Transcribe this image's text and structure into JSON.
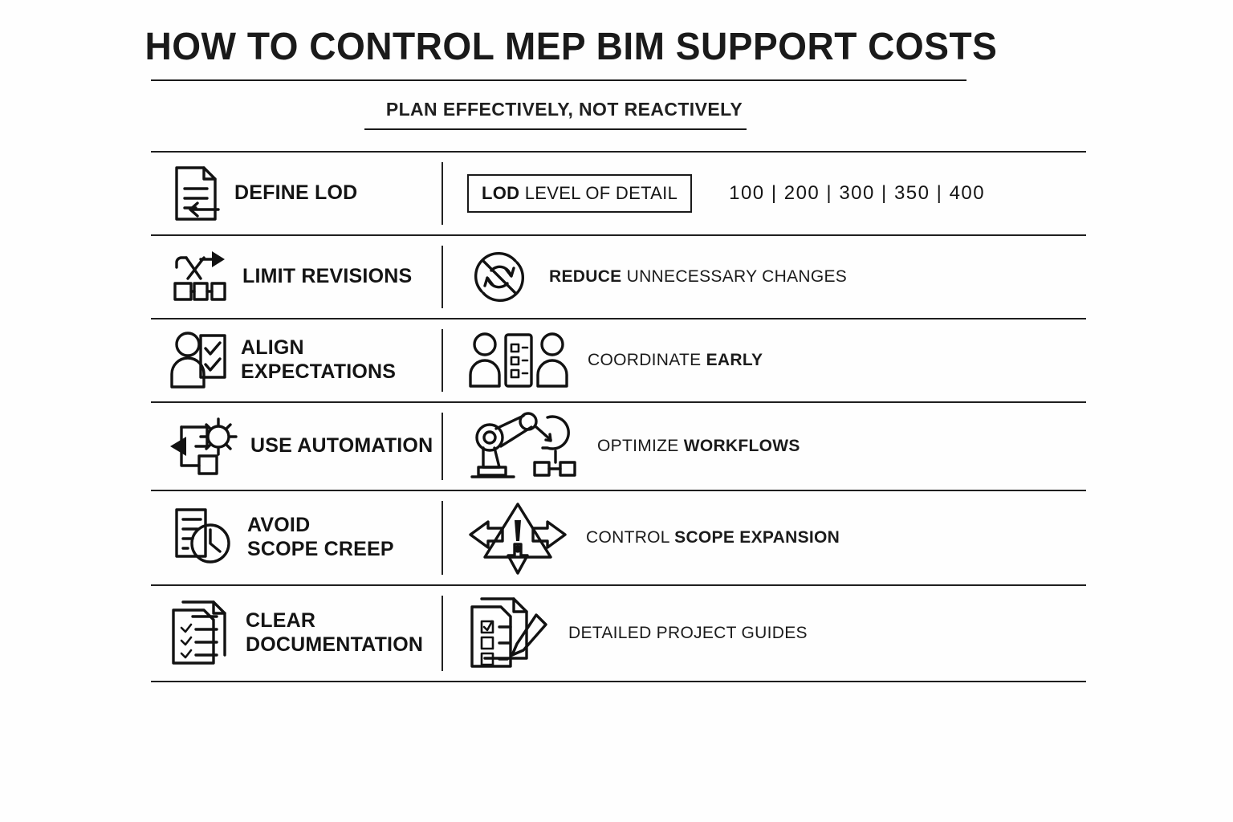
{
  "header": {
    "title": "HOW TO CONTROL MEP BIM SUPPORT COSTS",
    "subtitle": "PLAN EFFECTIVELY, NOT REACTIVELY"
  },
  "rows": [
    {
      "id": "define-lod",
      "label": "DEFINE LOD",
      "left_icon": "document-import-icon",
      "right_icon": "none",
      "lod_tag": "LOD",
      "lod_text": "LEVEL OF DETAIL",
      "lod_levels": "100 | 200 | 300 | 350 | 400",
      "detail_prefix": "",
      "detail_bold": "",
      "detail_suffix": ""
    },
    {
      "id": "limit-revisions",
      "label": "LIMIT REVISIONS",
      "left_icon": "revision-flow-icon",
      "right_icon": "no-refresh-icon",
      "detail_bold": "REDUCE",
      "detail_suffix": " UNNECESSARY CHANGES",
      "detail_prefix": ""
    },
    {
      "id": "align-expectations",
      "label": "ALIGN\nEXPECTATIONS",
      "left_icon": "person-checklist-icon",
      "right_icon": "two-people-checklist-icon",
      "detail_prefix": "COORDINATE ",
      "detail_bold": "EARLY",
      "detail_suffix": ""
    },
    {
      "id": "use-automation",
      "label": "USE AUTOMATION",
      "left_icon": "gear-flowchart-icon",
      "right_icon": "robot-arm-icon",
      "detail_prefix": "OPTIMIZE ",
      "detail_bold": "WORKFLOWS",
      "detail_suffix": ""
    },
    {
      "id": "avoid-scope-creep",
      "label": "AVOID\nSCOPE CREEP",
      "left_icon": "document-clock-icon",
      "right_icon": "warning-expand-icon",
      "detail_prefix": "CONTROL ",
      "detail_bold": "SCOPE EXPANSION",
      "detail_suffix": ""
    },
    {
      "id": "clear-documentation",
      "label": "CLEAR\nDOCUMENTATION",
      "left_icon": "checklist-documents-icon",
      "right_icon": "document-pencil-icon",
      "detail_prefix": "DETAILED PROJECT GUIDES",
      "detail_bold": "",
      "detail_suffix": ""
    }
  ],
  "colors": {
    "ink": "#121212",
    "background": "#ffffff",
    "rule": "#1f1f1f"
  }
}
